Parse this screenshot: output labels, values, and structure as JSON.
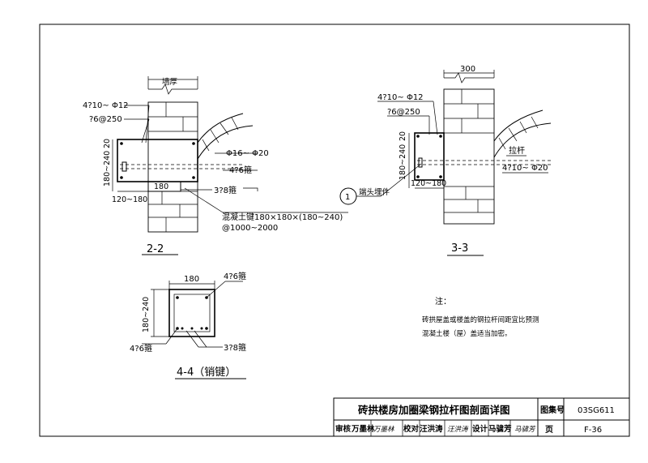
{
  "drawing": {
    "title": "砖拱楼房加圈梁钢拉杆图剖面详图",
    "atlas_label": "图集号",
    "atlas_no": "03SG611",
    "page_label": "页",
    "page_no": "F-36",
    "signatures": {
      "review_label": "审核",
      "review_name": "万墨林",
      "review_sign": "万墨林",
      "check_label": "校对",
      "check_name": "汪洪涛",
      "check_sign": "汪洪涛",
      "design_label": "设计",
      "design_name": "马骕芳",
      "design_sign": "马骕芳"
    }
  },
  "section_2_2": {
    "label": "2-2",
    "wall_thickness": "墙厚",
    "rebar_top": "4?10~ Φ12",
    "stirrup": "?6@250",
    "height_dim_a": "20",
    "height_dim_b": "180~240",
    "width_dim": "120~180",
    "dim_180": "180",
    "tie_rod": "Φ16~ Φ20",
    "rebar_4_6": "4?6箍",
    "rebar_3_8": "3?8箍",
    "key_label": "混凝土键180×180×(180~240)",
    "key_spacing": "@1000~2000"
  },
  "section_3_3": {
    "label": "3-3",
    "dim_300": "300",
    "rebar_top": "4?10~ Φ12",
    "stirrup": "?6@250",
    "height_dim_a": "20",
    "height_dim_b": "180~240",
    "width_dim": "120~180",
    "tie_rod_label": "拉杆",
    "rebar_tie": "4?10~ Φ20"
  },
  "callout": {
    "number": "1",
    "text": "端头埋件"
  },
  "section_4_4": {
    "label": "4-4（销键）",
    "dim_180": "180",
    "dim_height": "180~240",
    "rebar_top": "4?6箍",
    "rebar_left": "4?6箍",
    "rebar_bottom": "3?8箍"
  },
  "notes": {
    "heading": "注：",
    "line1": "砖拱屋盖或楼盖的钢拉杆间距宜比预测",
    "line2": "混凝土楼（屋）盖适当加密。"
  }
}
